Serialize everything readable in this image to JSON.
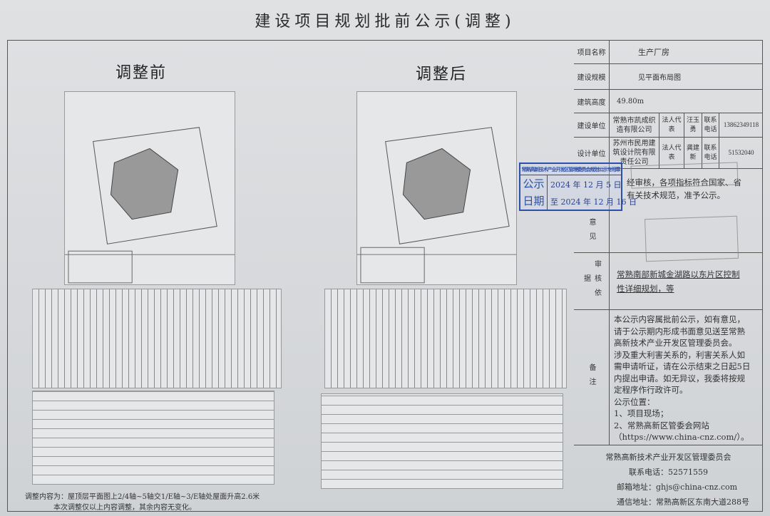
{
  "title": "建设项目规划批前公示(调整)",
  "before": {
    "heading": "调整前"
  },
  "after": {
    "heading": "调整后"
  },
  "notes": {
    "line1": "调整内容为：屋顶层平面图上2/4轴~5轴交1/E轴~3/E轴处屋面升高2.6米",
    "line2": "本次调整仅以上内容调整，其余内容无变化。"
  },
  "table": {
    "project_name": {
      "label": "项目名称",
      "value": "生产厂房"
    },
    "scale": {
      "label": "建设规模",
      "value": "见平面布局图"
    },
    "height": {
      "label": "建筑高度",
      "value": "49.80m"
    },
    "builder": {
      "label": "建设单位",
      "value": "常熟市凯成织造有限公司",
      "rep_label": "法人代表",
      "rep": "汪玉勇",
      "phone_label": "联系电话",
      "phone": "13862349118"
    },
    "designer": {
      "label": "设计单位",
      "value": "苏州市民用建筑设计院有限责任公司",
      "rep_label": "法人代表",
      "rep": "龚建新",
      "phone_label": "联系电话",
      "phone": "51532040"
    },
    "opinion": {
      "label": "意见",
      "value": "经审核，各项指标符合国家、省有关技术规范，准予公示。"
    },
    "basis": {
      "label": "审核依据",
      "value": "常熟南部新城金湖路以东片区控制性详细规划，等"
    },
    "remark": {
      "label": "备注",
      "lines": [
        "本公示内容属批前公示，如有意见，",
        "请于公示期内形成书面意见送至常熟",
        "高新技术产业开发区管理委员会。",
        "涉及重大利害关系的，利害关系人如",
        "需申请听证，请在公示结束之日起5日",
        "内提出申请。如无异议，我委将按规",
        "定程序作行政许可。",
        "公示位置：",
        "1、项目现场；",
        "2、常熟高新区管委会网站",
        "（https://www.china-cnz.com/）。"
      ]
    },
    "footer": {
      "org": "常熟高新技术产业开发区管理委员会",
      "phone": "联系电话：52571559",
      "email": "邮箱地址：ghjs@china-cnz.com",
      "address": "通信地址：常熟高新区东南大道288号"
    }
  },
  "stamp": {
    "header": "常熟高新技术产业开发区管理委员会规划公示专用章",
    "l1": "公示",
    "l2": "日期",
    "from": "2024 年 12 月 5 日",
    "to": "至 2024 年 12 月 16 日",
    "color": "#2c4fa8"
  }
}
